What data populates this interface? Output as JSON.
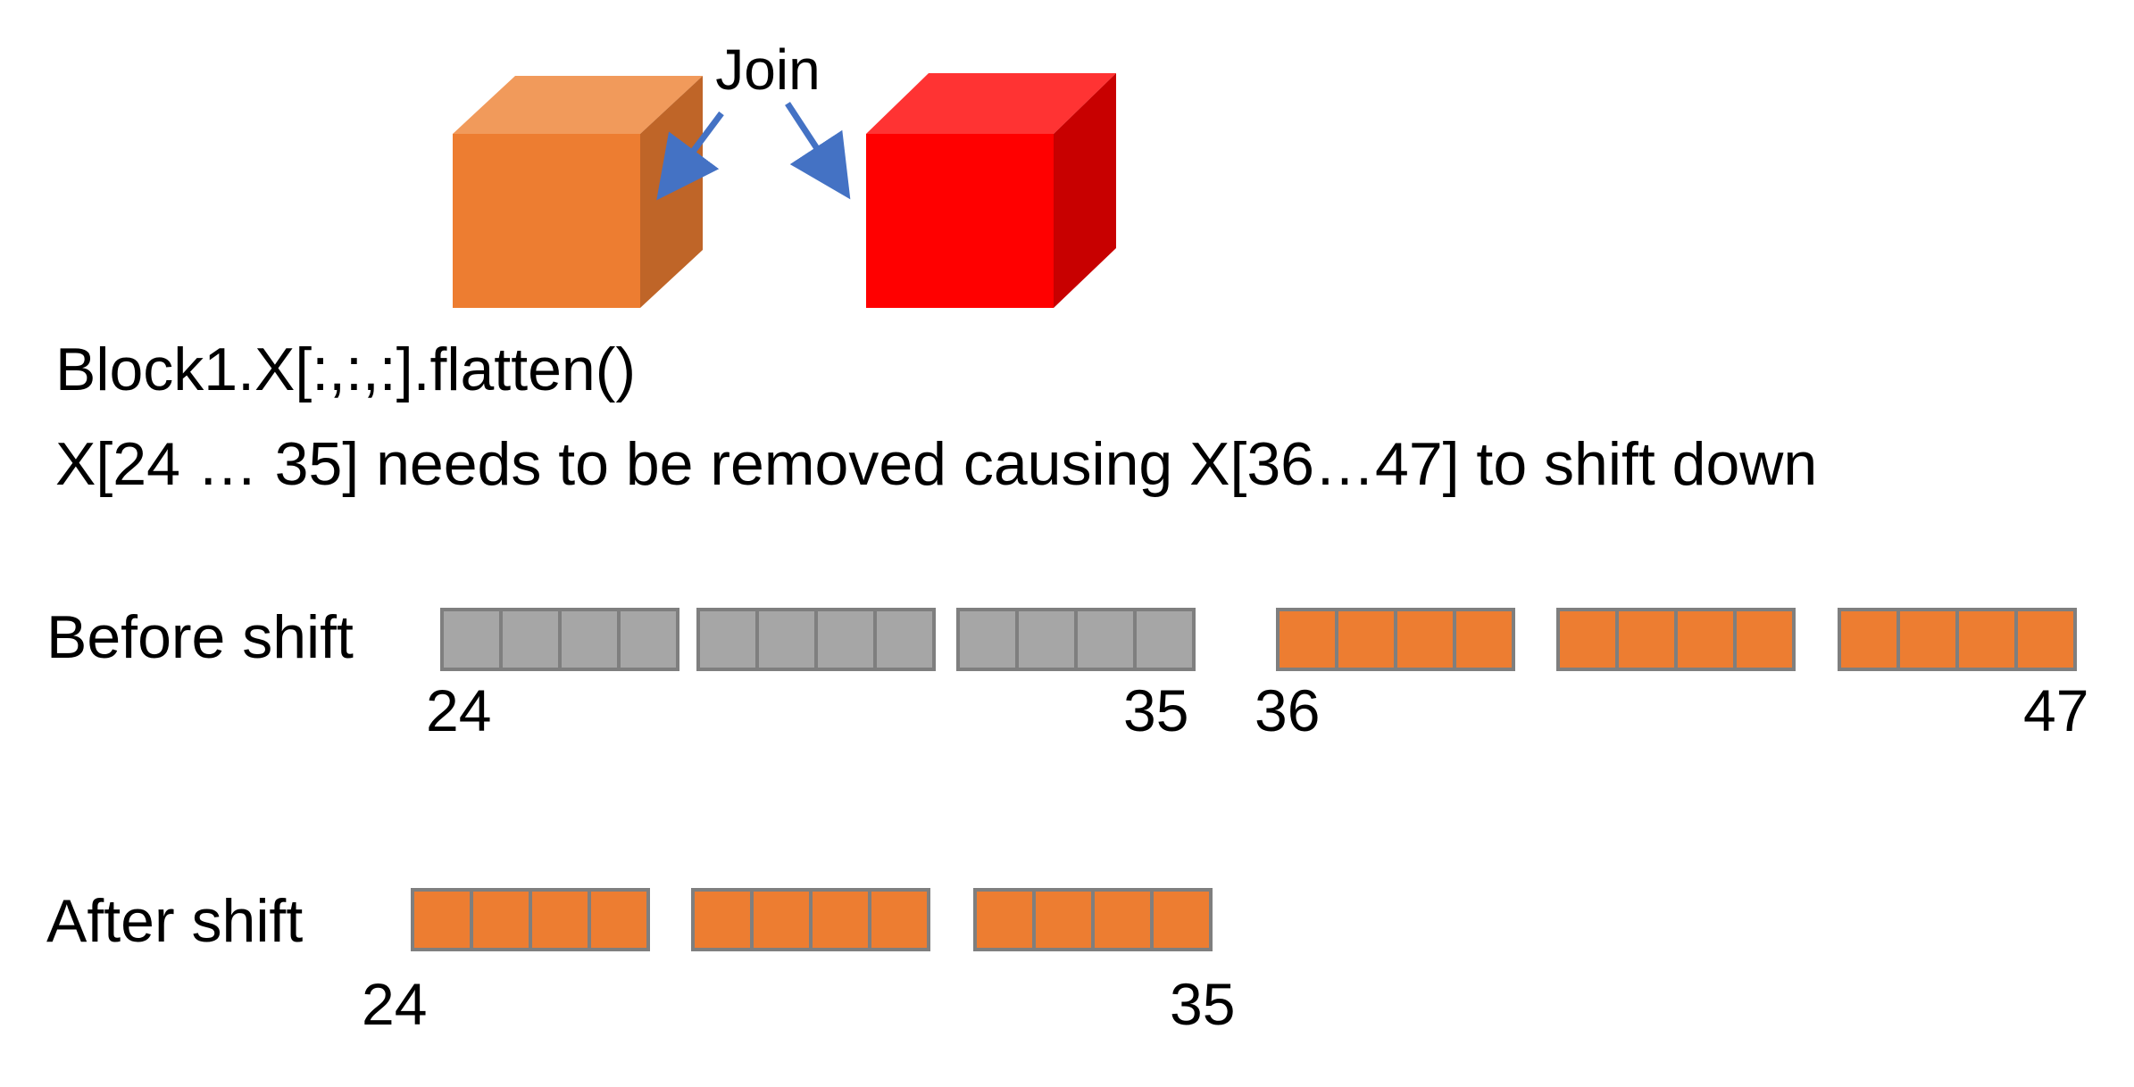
{
  "join_label": "Join",
  "code_line": "Block1.X[:,:,:].flatten()",
  "description": "X[24 … 35] needs to be removed causing X[36…47] to shift down",
  "before": {
    "label": "Before shift",
    "groups": [
      {
        "color": "gray",
        "first_index": "24",
        "last_index": "35"
      },
      {
        "color": "orange",
        "first_index": "36",
        "last_index": "47"
      }
    ]
  },
  "after": {
    "label": "After shift",
    "groups": [
      {
        "color": "orange",
        "first_index": "24",
        "last_index": "35"
      }
    ]
  },
  "colors": {
    "orange_front": "#ED7D31",
    "orange_top": "#F19A5B",
    "orange_side": "#BF6528",
    "red_front": "#FF0000",
    "red_top": "#FF3333",
    "red_side": "#C80000",
    "gray_cell": "#A6A6A6",
    "cell_border": "#7F7F7F",
    "arrow": "#4472C4"
  }
}
